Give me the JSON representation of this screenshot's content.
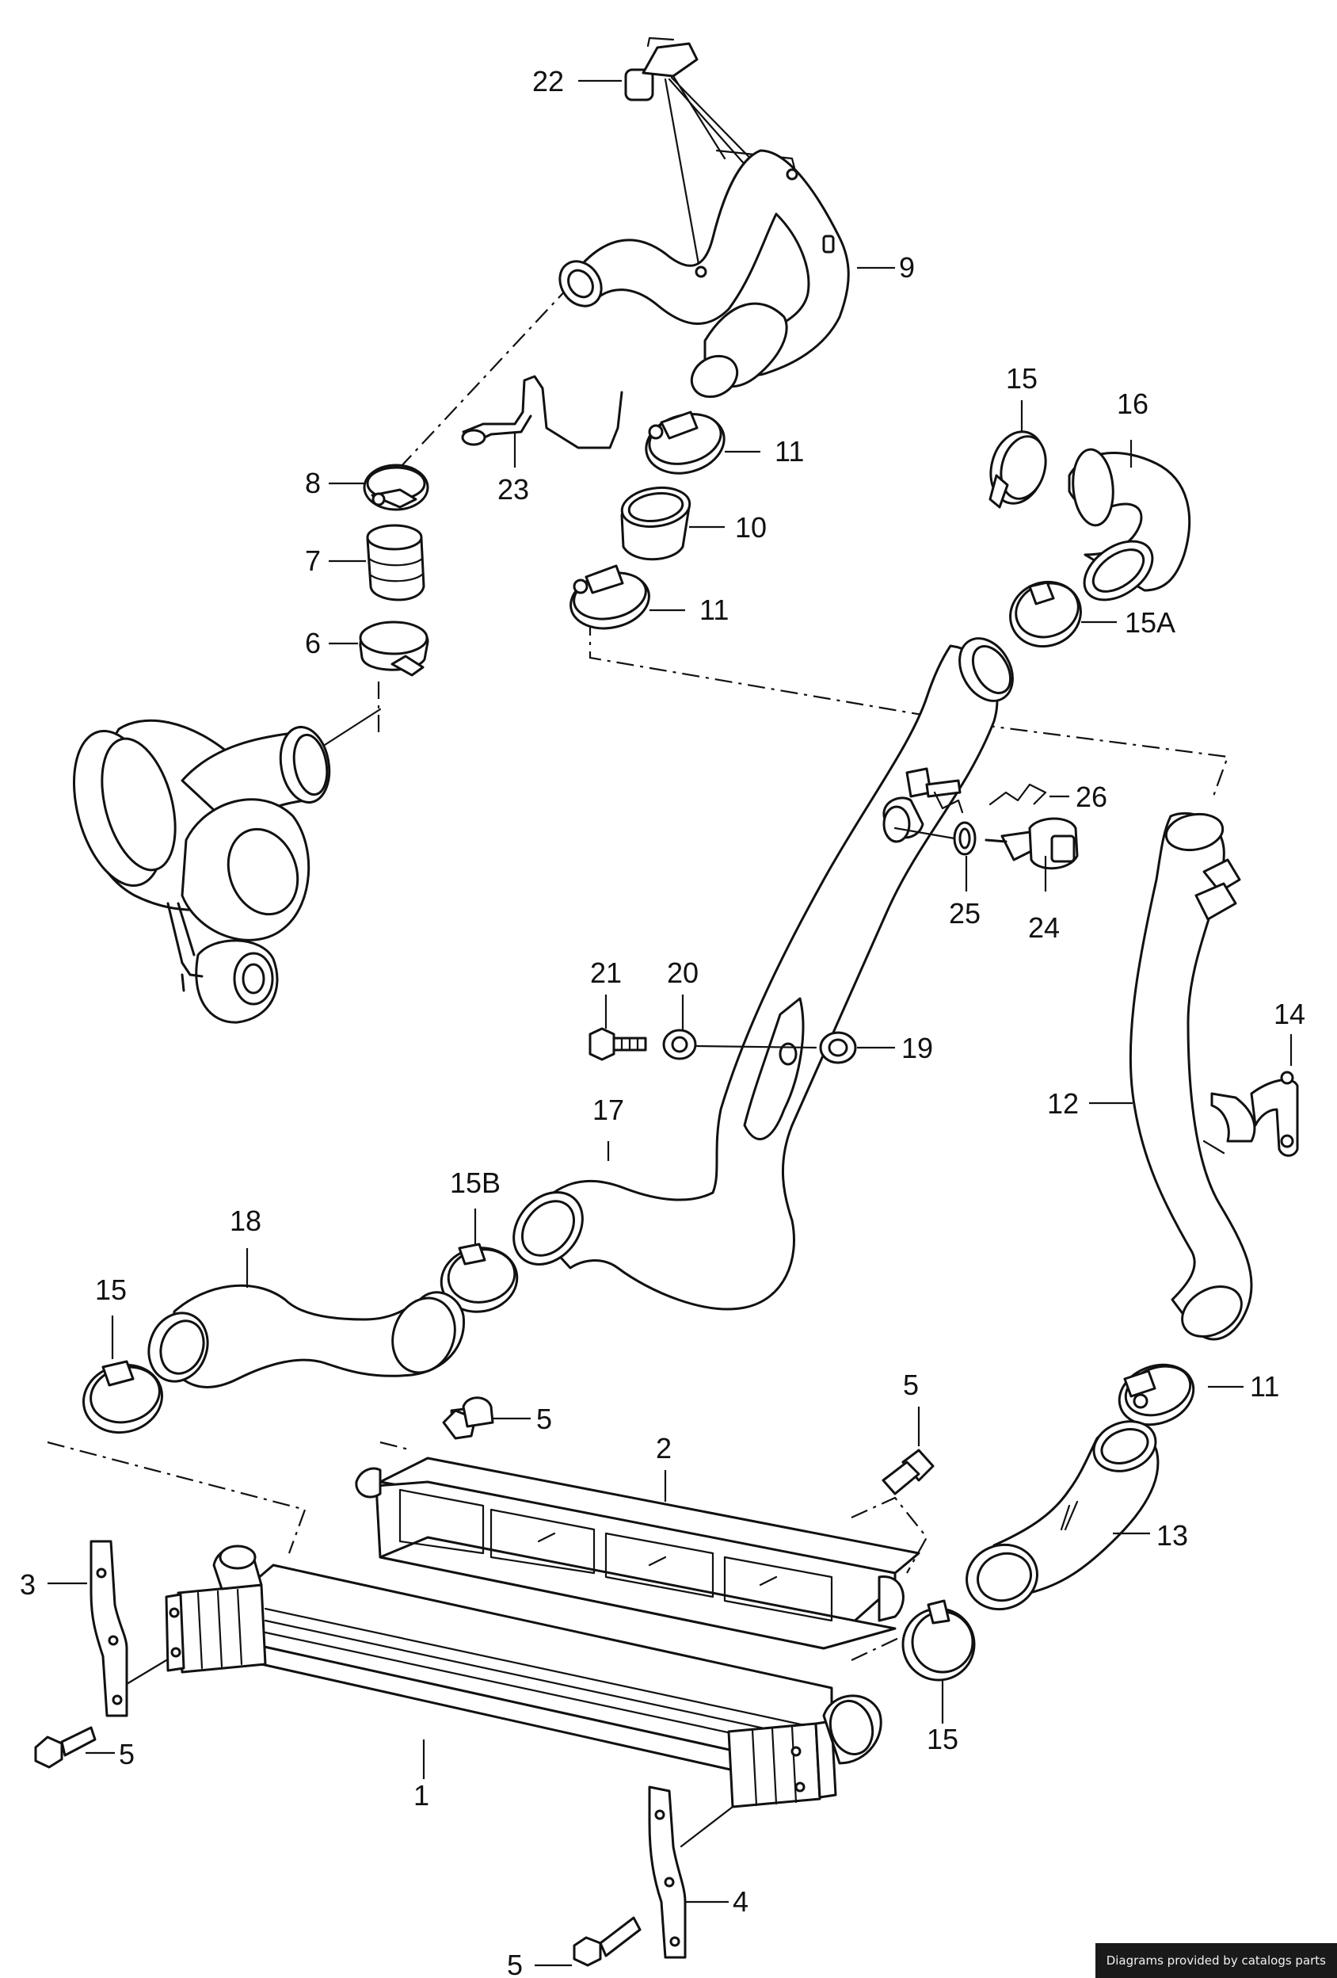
{
  "callouts": {
    "c1": "1",
    "c2": "2",
    "c3": "3",
    "c4": "4",
    "c5a": "5",
    "c5b": "5",
    "c5c": "5",
    "c5d": "5",
    "c6": "6",
    "c7": "7",
    "c8": "8",
    "c9": "9",
    "c10": "10",
    "c11a": "11",
    "c11b": "11",
    "c11c": "11",
    "c12": "12",
    "c13": "13",
    "c14": "14",
    "c15a": "15",
    "c15b": "15",
    "c15c": "15",
    "c15A": "15A",
    "c15B": "15B",
    "c16": "16",
    "c17": "17",
    "c18": "18",
    "c19": "19",
    "c20": "20",
    "c21": "21",
    "c22": "22",
    "c23": "23",
    "c24": "24",
    "c25": "25",
    "c26": "26"
  },
  "watermark": "Diagrams provided by catalogs parts"
}
